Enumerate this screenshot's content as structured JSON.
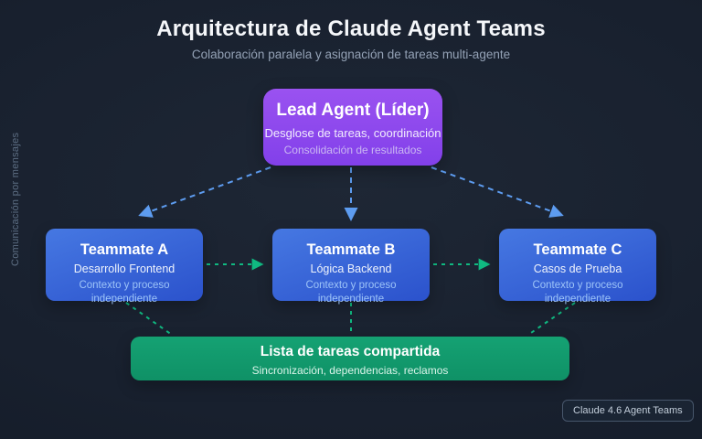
{
  "header": {
    "title": "Arquitectura de Claude Agent Teams",
    "subtitle": "Colaboración paralela y asignación de tareas multi-agente"
  },
  "side_label": "Comunicación por mensajes",
  "nodes": {
    "lead": {
      "title": "Lead Agent (Líder)",
      "line1": "Desglose de tareas, coordinación",
      "line2": "Consolidación de resultados"
    },
    "teammate_a": {
      "title": "Teammate A",
      "role": "Desarrollo Frontend",
      "note": "Contexto y proceso independiente"
    },
    "teammate_b": {
      "title": "Teammate B",
      "role": "Lógica Backend",
      "note": "Contexto y proceso independiente"
    },
    "teammate_c": {
      "title": "Teammate C",
      "role": "Casos de Prueba",
      "note": "Contexto y proceso independiente"
    },
    "task_list": {
      "title": "Lista de tareas compartida",
      "line1": "Sincronización, dependencias, reclamos"
    }
  },
  "badge": "Claude 4.6 Agent Teams",
  "colors": {
    "background": "#18202e",
    "lead_gradient_top": "#9a52f0",
    "lead_gradient_bottom": "#8240ea",
    "teammate_gradient_top": "#4678e2",
    "teammate_gradient_bottom": "#2b52cc",
    "task_list_green": "#12a173",
    "arrow_blue": "#5d9cf0",
    "arrow_green": "#10b981",
    "title_text": "#f5f7fa",
    "subtitle_text": "#94a2b6",
    "side_label_text": "#5d6e83"
  }
}
